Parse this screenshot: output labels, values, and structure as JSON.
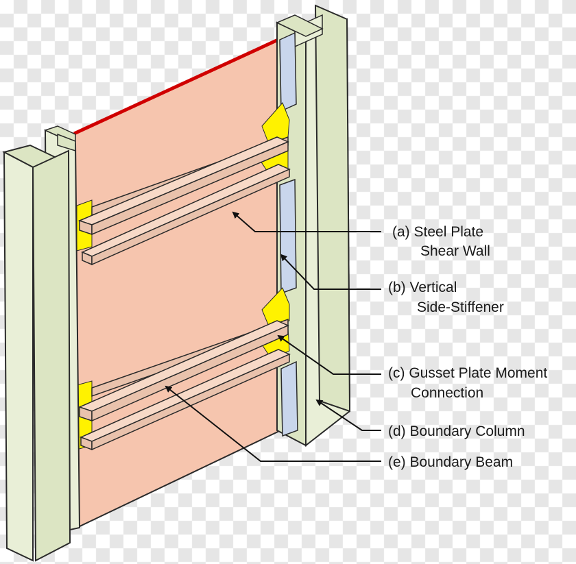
{
  "colors": {
    "plate": "#F6C5AE",
    "plate_edge": "#2a2a2a",
    "column_web": "#E9EFD7",
    "column_flange": "#DCE5C3",
    "stiffener": "#C9D6EC",
    "gusset": "#FFF200",
    "beam_top": "#F7D9C7",
    "beam_side": "#E9C2AC",
    "top_edge": "#D00000",
    "leader": "#111111",
    "checker_light": "#ffffff",
    "checker_dark": "#e6e6e6"
  },
  "labels": {
    "a_line1": "(a) Steel Plate",
    "a_line2": "Shear Wall",
    "b_line1": "(b) Vertical",
    "b_line2": "Side-Stiffener",
    "c_line1": "(c) Gusset Plate Moment",
    "c_line2": "Connection",
    "d": "(d) Boundary Column",
    "e": "(e) Boundary Beam"
  }
}
